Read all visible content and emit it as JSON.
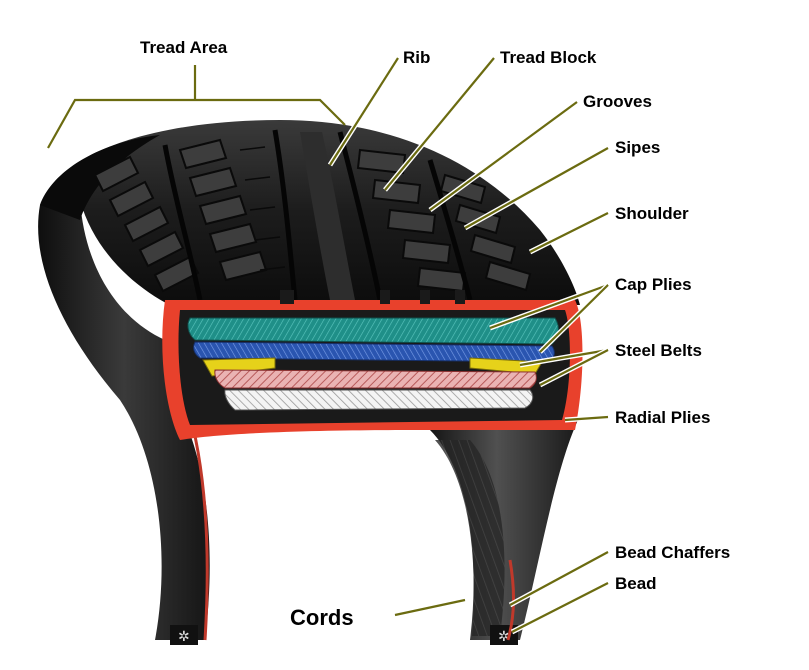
{
  "labels": {
    "tread_area": "Tread Area",
    "rib": "Rib",
    "tread_block": "Tread Block",
    "grooves": "Grooves",
    "sipes": "Sipes",
    "shoulder": "Shoulder",
    "cap_plies": "Cap Plies",
    "steel_belts": "Steel Belts",
    "radial_plies": "Radial Plies",
    "bead_chaffers": "Bead Chaffers",
    "bead": "Bead",
    "cords": "Cords"
  },
  "colors": {
    "rubber_dark": "#111111",
    "rubber_mid": "#2a2a2a",
    "rubber_light": "#4a4a4a",
    "inner_liner": "#e8412c",
    "cap_ply_teal": "#1f8f88",
    "cap_ply_blue": "#2a55b0",
    "steel_belt_yellow": "#e6d21a",
    "steel_belt_pink": "#e8a6a6",
    "radial_ply_white": "#f1f1f1",
    "leader_olive": "#6b6b10"
  }
}
